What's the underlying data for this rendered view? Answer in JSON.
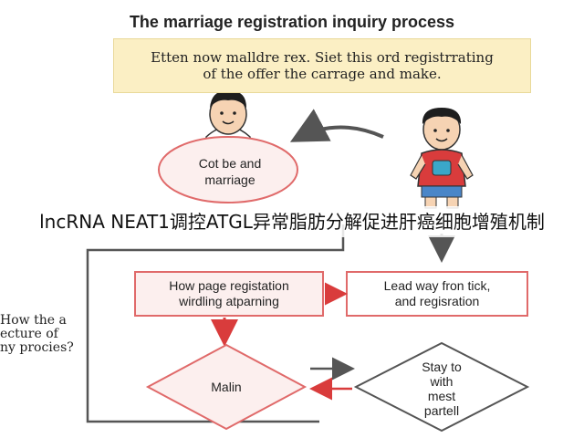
{
  "title": "The marriage registration inquiry process",
  "banner": {
    "line1": "Etten now malldre rex. Siet this ord registrrating",
    "line2": "of the offer the carrage and make."
  },
  "ellipse": {
    "line1": "Cot be and",
    "line2": "marriage"
  },
  "overlay_title": "lncRNA NEAT1调控ATGL异常脂肪分解促进肝癌细胞增殖机制",
  "box_left": {
    "line1": "How page registation",
    "line2": "wirdling atparning"
  },
  "box_right": {
    "line1": "Lead way fron tick,",
    "line2": "and regisration"
  },
  "side_text": {
    "line1": "How the a",
    "line2": "ecture of",
    "line3": "ny procies?"
  },
  "diamond_left": "Malin",
  "diamond_right": {
    "line1": "Stay to",
    "line2": "with",
    "line3": "mest",
    "line4": "partell"
  },
  "colors": {
    "accent_red": "#d93c3c",
    "box_border": "#e06a6a",
    "box_fill": "#fcefee",
    "banner_fill": "#fbefc4",
    "grey_arrow": "#555555"
  }
}
